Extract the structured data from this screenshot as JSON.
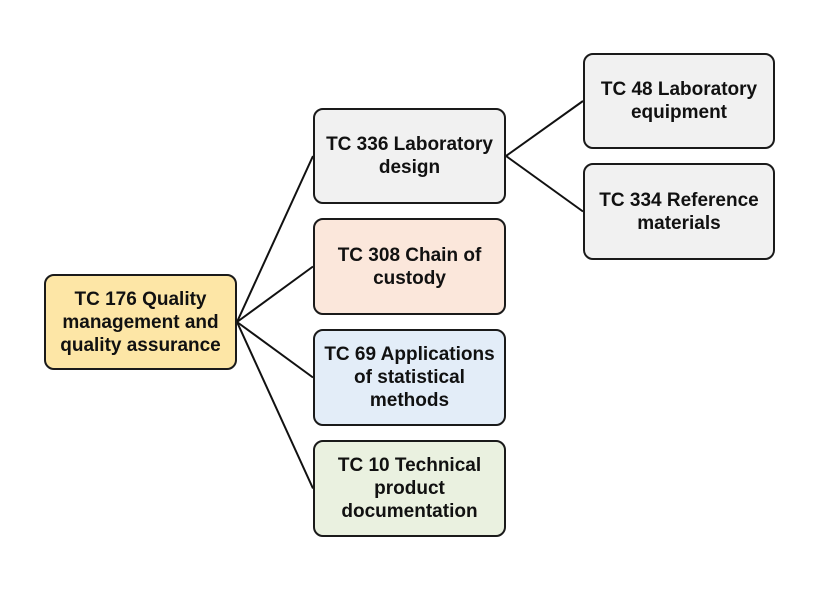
{
  "diagram": {
    "type": "tree",
    "root": {
      "id": "root",
      "label": "TC 176   Quality\nmanagement and\nquality assurance",
      "color": "#FDE6A6"
    },
    "nodes": [
      {
        "id": "336",
        "label": "TC 336 Laboratory\ndesign",
        "color": "#F1F1F1",
        "parent": "root"
      },
      {
        "id": "308",
        "label": "TC 308 Chain of\ncustody",
        "color": "#FBE7DB",
        "parent": "root"
      },
      {
        "id": "69",
        "label": "TC 69 Applications\nof statistical\nmethods",
        "color": "#E3EDF8",
        "parent": "root"
      },
      {
        "id": "10",
        "label": "TC 10 Technical\nproduct\ndocumentation",
        "color": "#EAF1E0",
        "parent": "root"
      },
      {
        "id": "48",
        "label": "TC 48 Laboratory\nequipment",
        "color": "#F1F1F1",
        "parent": "336"
      },
      {
        "id": "334",
        "label": "TC 334 Reference\nmaterials",
        "color": "#F1F1F1",
        "parent": "336"
      }
    ]
  }
}
